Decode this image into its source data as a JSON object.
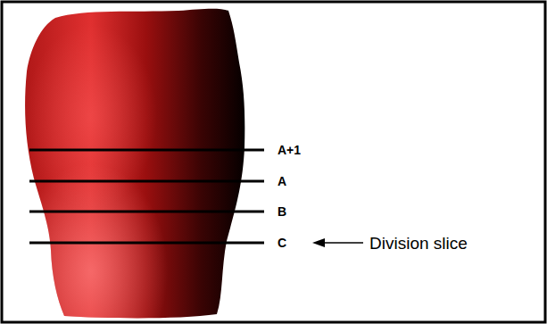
{
  "diagram": {
    "labels": [
      "A+1",
      "A",
      "B",
      "C",
      "Division slice"
    ]
  }
}
